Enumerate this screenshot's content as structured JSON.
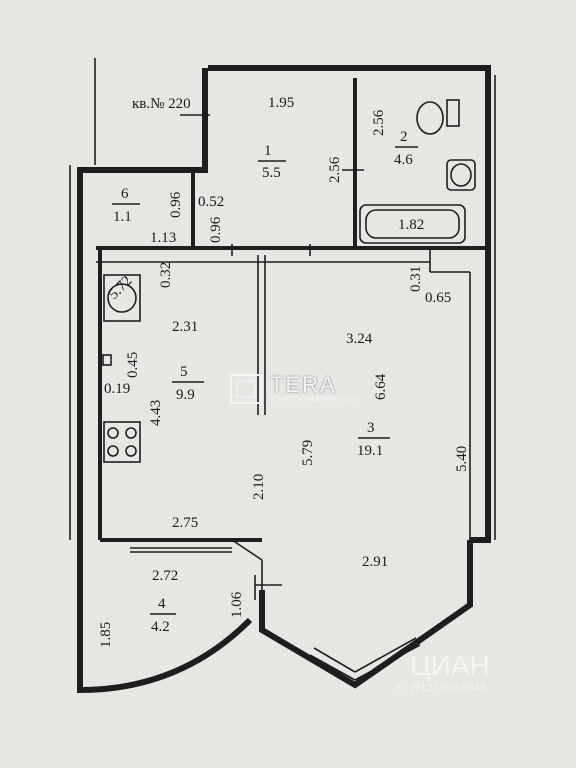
{
  "apartment_label": "кв.№ 220",
  "rooms": [
    {
      "number": "1",
      "area": "5.5"
    },
    {
      "number": "2",
      "area": "4.6"
    },
    {
      "number": "3",
      "area": "19.1"
    },
    {
      "number": "4",
      "area": "4.2"
    },
    {
      "number": "5",
      "area": "9.9"
    },
    {
      "number": "6",
      "area": "1.1"
    }
  ],
  "dimensions": {
    "hall_top": "1.95",
    "hall_side": "2.56",
    "bath_side": "2.56",
    "bathtub": "1.82",
    "closet_side": "0.96",
    "closet_bottom": "1.13",
    "niche_top": "0.52",
    "niche_side": "0.96",
    "kitchen_gap": "0.32",
    "kitchen_width": "2.31",
    "kitchen_riser_h": "0.45",
    "kitchen_riser_w": "0.19",
    "kitchen_depth": "4.43",
    "kitchen_bottom": "2.75",
    "kitchen_length": "5.79",
    "partition": "2.10",
    "room_corner_h": "0.31",
    "room_corner_w": "0.65",
    "room_top": "3.24",
    "room_inner": "6.64",
    "room_side": "5.40",
    "room_bottom": "2.91",
    "balcony_top": "2.72",
    "balcony_side": "1.85",
    "balcony_door": "1.06",
    "boiler": "5.72"
  },
  "watermarks": {
    "logo_text": "TERA",
    "logo_sub": "АГЕНТСТВО НЕДВИЖИМОСТИ",
    "corner_text": "ЦИАН",
    "corner_sub": "+7 (912) 550-3049"
  }
}
